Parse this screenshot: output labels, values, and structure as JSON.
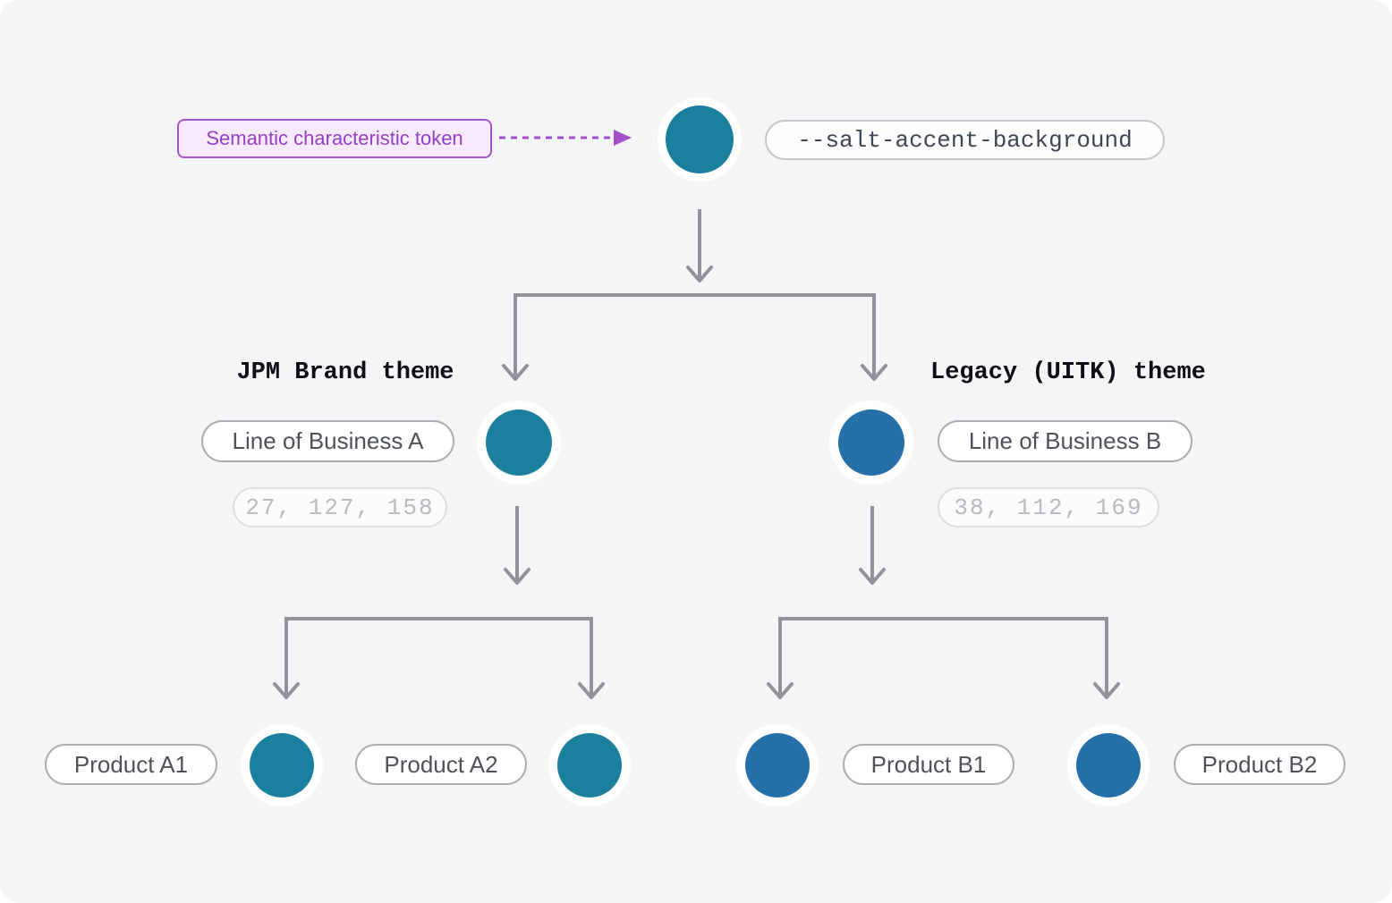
{
  "diagram": {
    "background": "#F4F5F7",
    "connector_color": "#919396",
    "annotation": {
      "label": "Semantic characteristic token",
      "accent": "#A152C8"
    },
    "root": {
      "token": "--salt-accent-background",
      "color": "#1B7F9E"
    },
    "branches": [
      {
        "title": "JPM Brand theme",
        "lob_label": "Line of Business A",
        "rgb_value": "27, 127, 158",
        "color": "#1B7F9E"
      },
      {
        "title": "Legacy (UITK) theme",
        "lob_label": "Line of Business B",
        "rgb_value": "38, 112, 169",
        "color": "#2670A9"
      }
    ],
    "products": [
      {
        "label": "Product A1",
        "color": "#1B7F9E"
      },
      {
        "label": "Product A2",
        "color": "#1B7F9E"
      },
      {
        "label": "Product B1",
        "color": "#2670A9"
      },
      {
        "label": "Product B2",
        "color": "#2670A9"
      }
    ]
  }
}
